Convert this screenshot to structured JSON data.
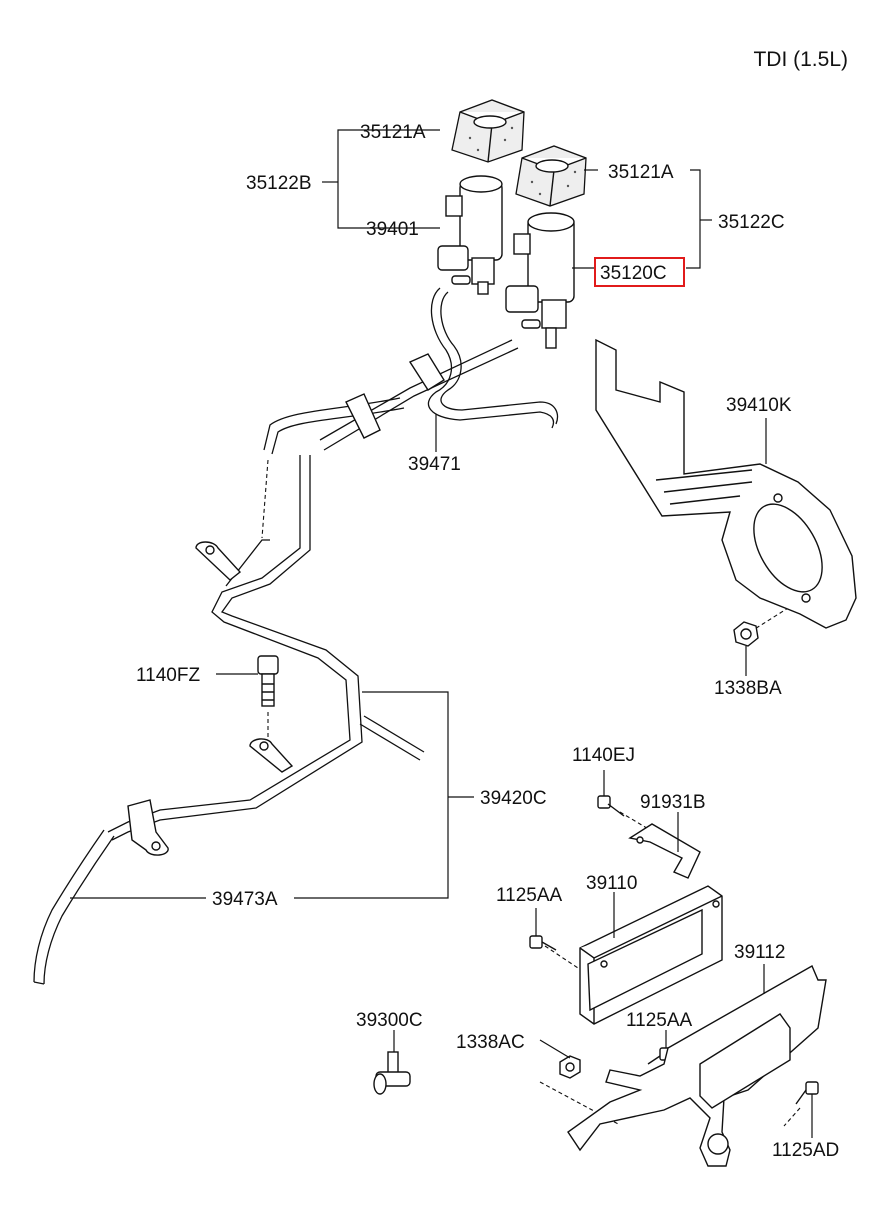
{
  "header": {
    "variant": "TDI (1.5L)"
  },
  "callouts": {
    "c35121A_top": "35121A",
    "c35122B": "35122B",
    "c39401": "39401",
    "c35121A_right": "35121A",
    "c35122C": "35122C",
    "c35120C": "35120C",
    "c39410K": "39410K",
    "c39471": "39471",
    "c1338BA": "1338BA",
    "c1140FZ": "1140FZ",
    "c39420C": "39420C",
    "c39473A": "39473A",
    "c1140EJ": "1140EJ",
    "c91931B": "91931B",
    "c1125AA_left": "1125AA",
    "c39110": "39110",
    "c39112": "39112",
    "c39300C": "39300C",
    "c1338AC": "1338AC",
    "c1125AA_mid": "1125AA",
    "c1125AD": "1125AD"
  },
  "highlight": {
    "part": "35120C",
    "color": "#e11b1b"
  }
}
